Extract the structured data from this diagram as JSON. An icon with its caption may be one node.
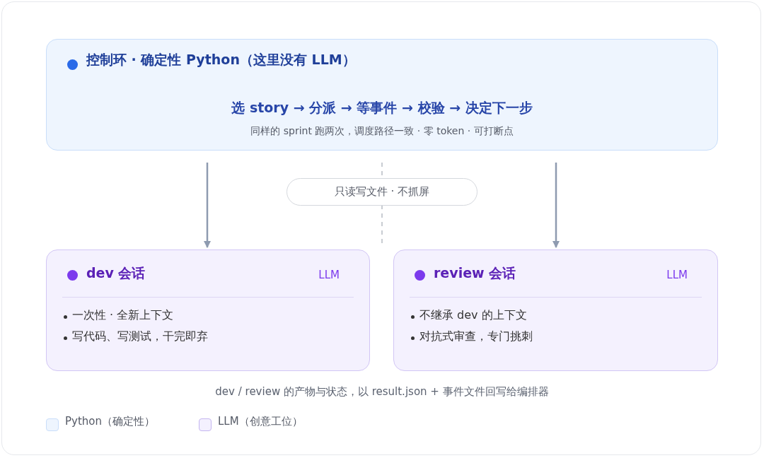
{
  "diagram": {
    "nodes": [
      {
        "text": [
          "控制环 · 确定性 Python（这里没有 LLM）",
          "选 story → 分派 → 等事件 → 校验 → 决定下一步",
          "同样的 sprint 跑两次，调度路径一致 · 零 token · 可打断点"
        ]
      },
      {
        "text": [
          "dev 会话",
          "LLM",
          "一次性 · 全新上下文",
          "写代码、写测试，干完即弃"
        ]
      },
      {
        "text": [
          "review 会话",
          "LLM",
          "不继承 dev 的上下文",
          "对抗式审查，专门挑刺"
        ]
      }
    ],
    "edges": [
      {
        "from": 0,
        "to": 1,
        "arrow": "to"
      },
      {
        "from": 0,
        "to": 2,
        "arrow": "to"
      }
    ],
    "labels": [
      "只读写文件 · 不抓屏",
      "dev / review 的产物与状态，以 result.json + 事件文件回写给编排器"
    ],
    "legend": [
      {
        "text": "Python（确定性）",
        "color": "#eef5fe"
      },
      {
        "text": "LLM（创意工位）",
        "color": "#f4f1fe"
      }
    ]
  }
}
